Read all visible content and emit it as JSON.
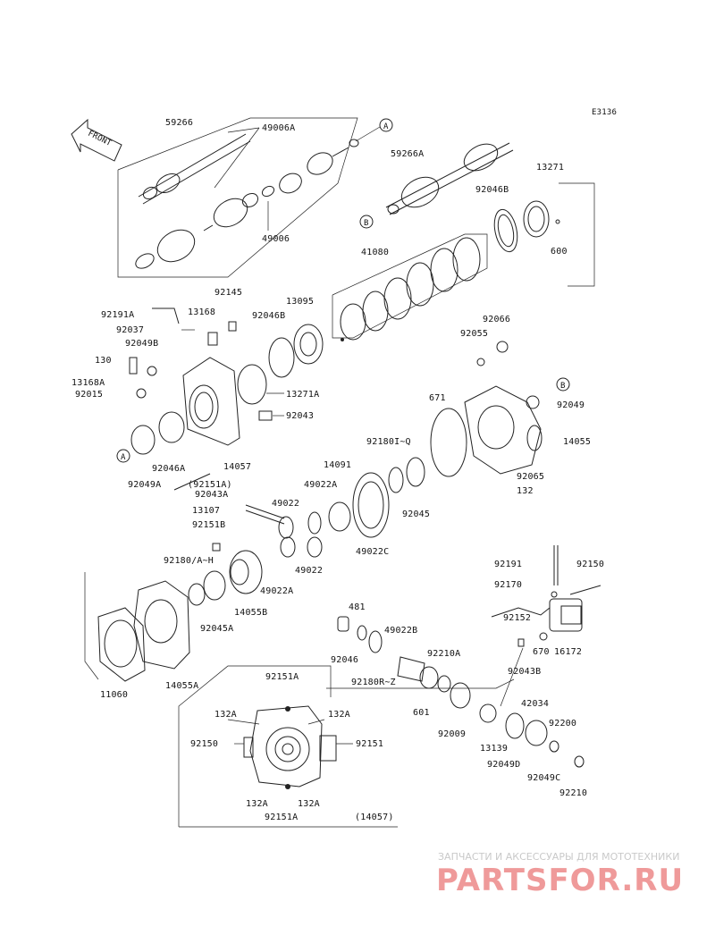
{
  "diagram_code": "E3136",
  "front_arrow_label": "FRONT",
  "markers": {
    "a": "A",
    "b": "B"
  },
  "parts": {
    "p59266": "59266",
    "p49006A": "49006A",
    "p49006": "49006",
    "p59266A": "59266A",
    "p13271": "13271",
    "p92046B_top": "92046B",
    "p600": "600",
    "p41080": "41080",
    "p92145": "92145",
    "p13168": "13168",
    "p92046B_mid": "92046B",
    "p13095": "13095",
    "p92191A": "92191A",
    "p92037": "92037",
    "p92049B": "92049B",
    "p130": "130",
    "p13168A": "13168A",
    "p92015": "92015",
    "p13271A": "13271A",
    "p92043": "92043",
    "p92046A": "92046A",
    "p14057": "14057",
    "p92049A": "92049A",
    "p92151A_paren": "(92151A)",
    "p92066": "92066",
    "p92055": "92055",
    "p92049": "92049",
    "p671": "671",
    "p14055": "14055",
    "p92180_q": "92180I~Q",
    "p14091": "14091",
    "p92065": "92065",
    "p132": "132",
    "p92045": "92045",
    "p49022C": "49022C",
    "p92043A": "92043A",
    "p49022_top": "49022",
    "p49022A_top": "49022A",
    "p13107": "13107",
    "p92151B": "92151B",
    "p92180_h": "92180/A~H",
    "p49022_mid": "49022",
    "p49022A_mid": "49022A",
    "p14055B": "14055B",
    "p92045A": "92045A",
    "p14055A": "14055A",
    "p11060": "11060",
    "p92191": "92191",
    "p92150_right": "92150",
    "p92170": "92170",
    "p92152": "92152",
    "p670": "670",
    "p16172": "16172",
    "p92043B": "92043B",
    "p481": "481",
    "p49022B": "49022B",
    "p92046": "92046",
    "p92210A": "92210A",
    "p92180_z": "92180R~Z",
    "p601": "601",
    "p92009": "92009",
    "p13139": "13139",
    "p42034": "42034",
    "p92200": "92200",
    "p92049D": "92049D",
    "p92049C": "92049C",
    "p92210": "92210",
    "inset_92151A_top": "92151A",
    "inset_132A_tl": "132A",
    "inset_132A_tr": "132A",
    "inset_92150": "92150",
    "inset_92151": "92151",
    "inset_132A_bl": "132A",
    "inset_132A_br": "132A",
    "inset_92151A_bottom": "92151A",
    "inset_caption": "(14057)"
  },
  "watermark": {
    "tagline": "ЗАПЧАСТИ И АКСЕССУАРЫ ДЛЯ МОТОТЕХНИКИ",
    "brand": "PARTSFOR.RU"
  }
}
